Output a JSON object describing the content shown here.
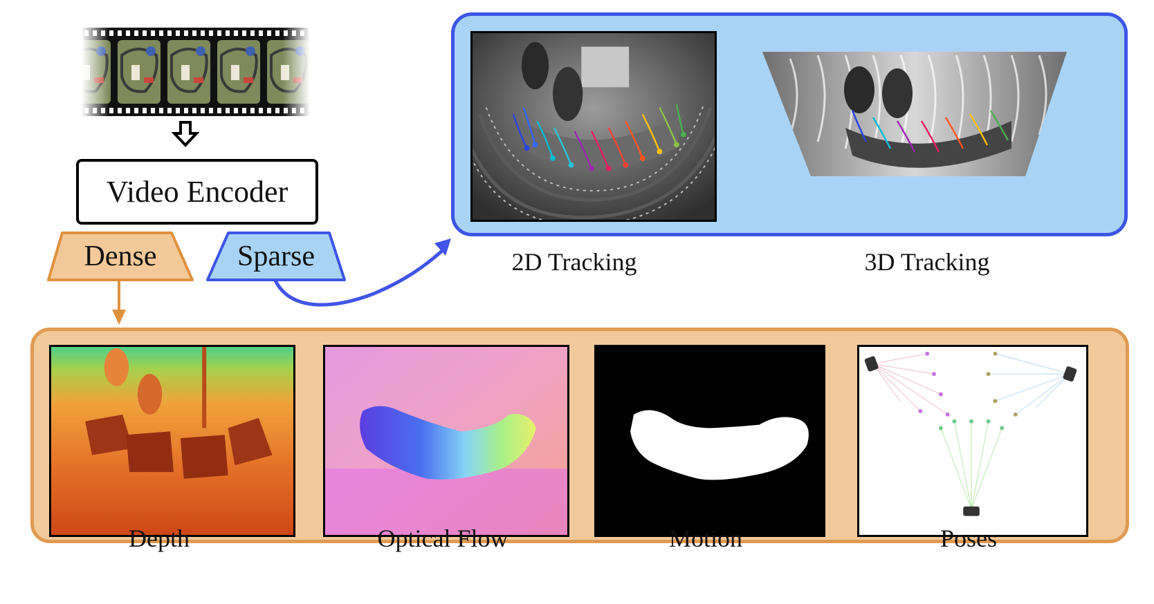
{
  "encoder": {
    "label": "Video Encoder"
  },
  "heads": {
    "dense": "Dense",
    "sparse": "Sparse"
  },
  "captions": {
    "tracking_2d": "2D Tracking",
    "tracking_3d": "3D Tracking",
    "depth": "Depth",
    "optical_flow": "Optical Flow",
    "motion": "Motion",
    "poses": "Poses"
  },
  "colors": {
    "dense_fill": "#f4c99a",
    "dense_stroke": "#e0913e",
    "sparse_fill": "#a9d3f5",
    "sparse_stroke": "#3d55e6",
    "sparse_arrow": "#4154e8",
    "dense_arrow": "#e0913e"
  },
  "icons": [
    "down-arrow-icon",
    "film-strip-icon"
  ]
}
